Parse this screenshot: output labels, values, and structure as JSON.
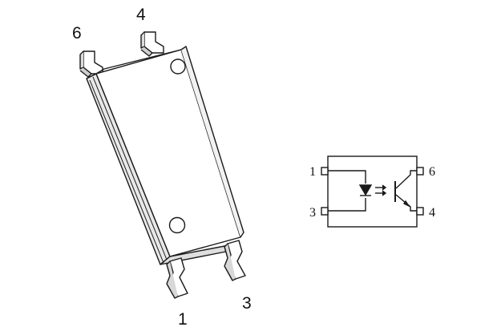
{
  "package": {
    "pin_labels": [
      "6",
      "4",
      "1",
      "3"
    ]
  },
  "schematic": {
    "pin_labels": [
      "1",
      "3",
      "6",
      "4"
    ]
  },
  "colors": {
    "line": "#1a1a1a",
    "body_face": "#ffffff",
    "body_side": "#e8e8e8"
  }
}
